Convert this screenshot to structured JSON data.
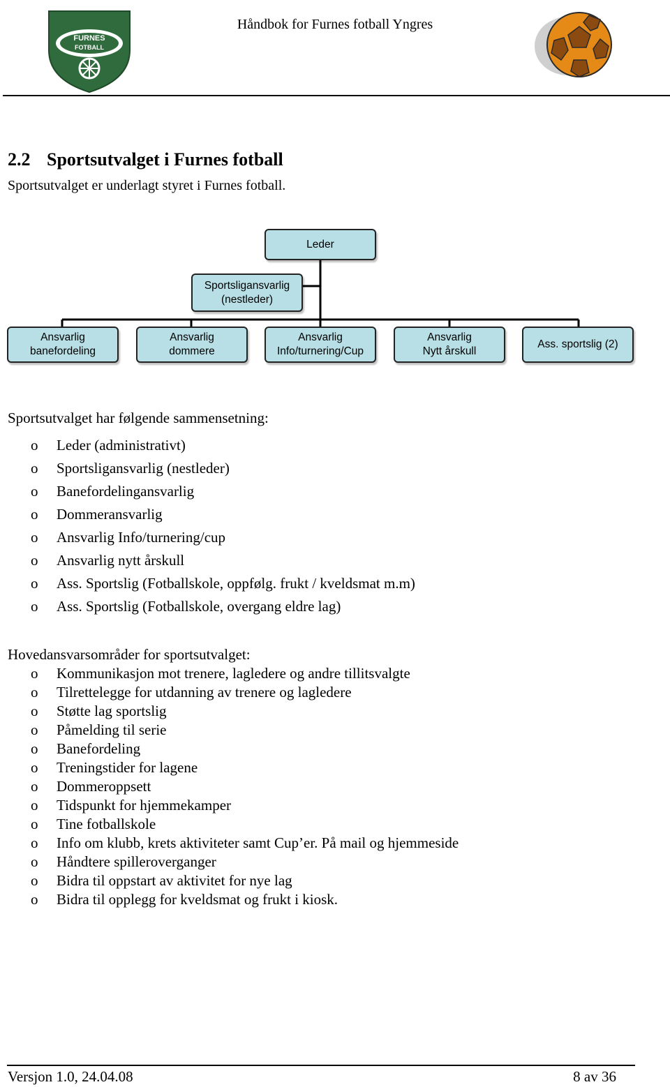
{
  "header": {
    "title": "Håndbok for Furnes fotball Yngres",
    "club_logo_text_top": "FURNES",
    "club_logo_text_bottom": "FOTBALL"
  },
  "section": {
    "number": "2.2",
    "title": "Sportsutvalget i Furnes fotball",
    "intro": "Sportsutvalget er underlagt styret i Furnes fotball."
  },
  "org_chart": {
    "top": "Leder",
    "assistant": "Sportsligansvarlig\n(nestleder)",
    "members": [
      "Ansvarlig\nbanefordeling",
      "Ansvarlig\ndommere",
      "Ansvarlig\nInfo/turnering/Cup",
      "Ansvarlig\nNytt årskull",
      "Ass. sportslig (2)"
    ]
  },
  "composition": {
    "intro": "Sportsutvalget har følgende sammensetning:",
    "bullet": "o",
    "items": [
      "Leder (administrativt)",
      "Sportsligansvarlig (nestleder)",
      "Banefordelingansvarlig",
      "Dommeransvarlig",
      "Ansvarlig Info/turnering/cup",
      "Ansvarlig nytt årskull",
      "Ass. Sportslig (Fotballskole, oppfølg. frukt / kveldsmat m.m)",
      "Ass. Sportslig (Fotballskole, overgang eldre lag)"
    ]
  },
  "responsibilities": {
    "intro": "Hovedansvarsområder for sportsutvalget:",
    "bullet": "o",
    "items": [
      "Kommunikasjon mot trenere, lagledere og andre tillitsvalgte",
      "Tilrettelegge for utdanning av trenere og lagledere",
      "Støtte lag sportslig",
      "Påmelding til serie",
      "Banefordeling",
      "Treningstider for lagene",
      "Dommeroppsett",
      "Tidspunkt for hjemmekamper",
      "Tine fotballskole",
      "Info om klubb, krets aktiviteter samt Cup’er. På mail og hjemmeside",
      "Håndtere spilleroverganger",
      "Bidra til oppstart av aktivitet for nye lag",
      "Bidra til opplegg for kveldsmat og frukt i kiosk."
    ]
  },
  "footer": {
    "version": "Versjon 1.0, 24.04.08",
    "page": "8 av 36"
  },
  "colors": {
    "box_fill": "#b7dfe5",
    "logo_green": "#2f6b3c",
    "ball_orange": "#e58a16"
  }
}
